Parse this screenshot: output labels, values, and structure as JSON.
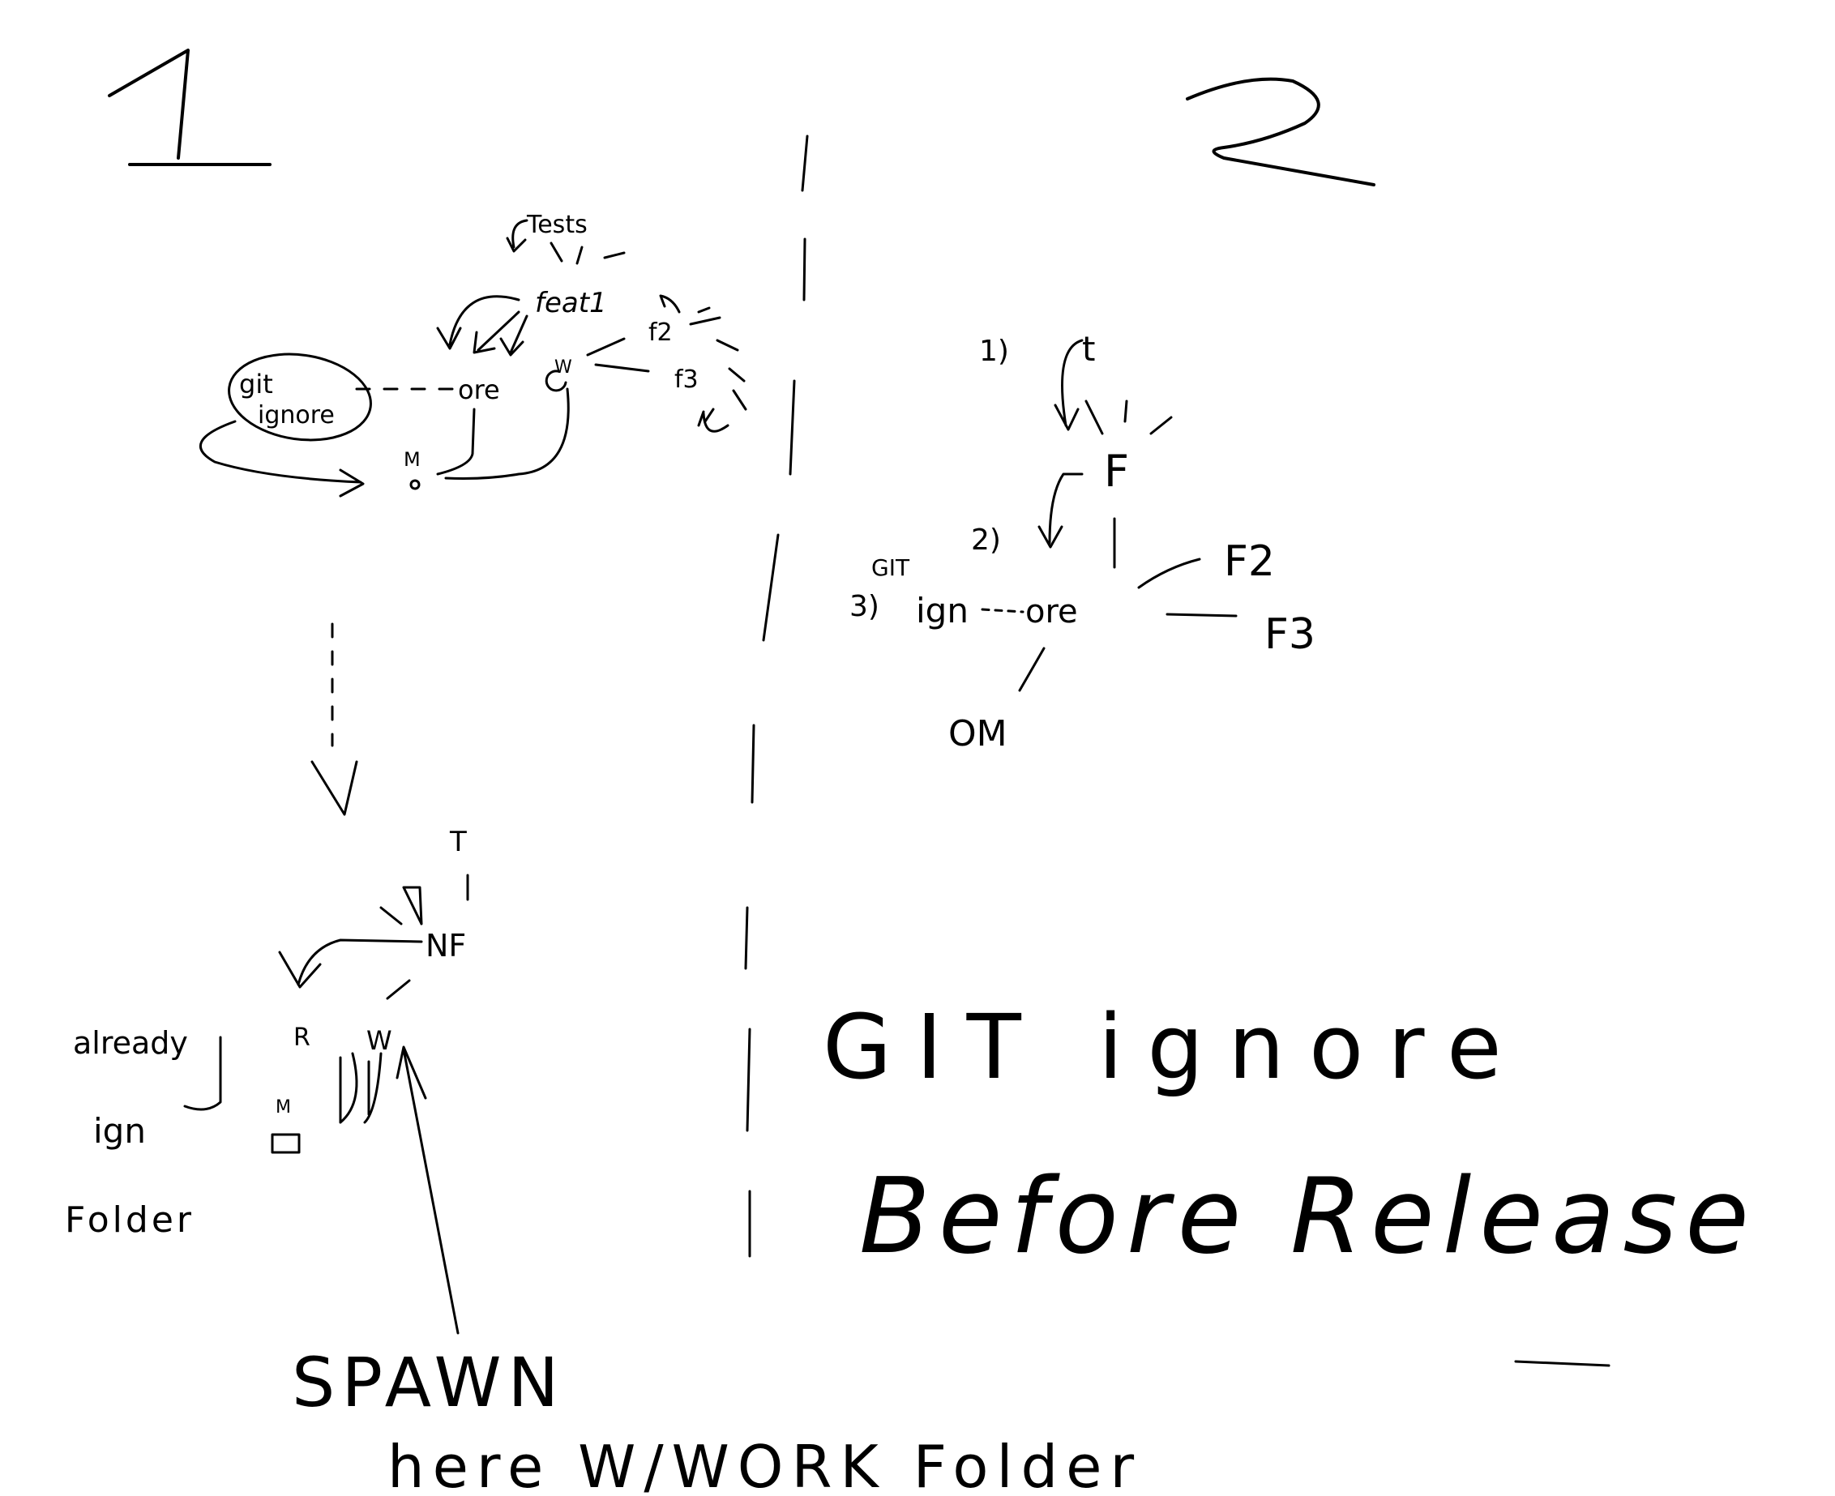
{
  "panel_left": {
    "number": "1",
    "top_diagram": {
      "tests": "Tests",
      "feat": "feat1",
      "f2": "f2",
      "f3": "f3",
      "git_ignore_line1": "git",
      "git_ignore_line2": "ignore",
      "ore": "ore",
      "m": "M",
      "w": "W"
    },
    "bottom_diagram": {
      "t": "T",
      "nf": "NF",
      "r": "R",
      "w": "W",
      "m": "M",
      "already": "already",
      "ign": "ign",
      "folder": "Folder",
      "spawn": "SPAWN",
      "here_work_folder": "here W/WORK Folder"
    }
  },
  "panel_right": {
    "number": "2",
    "diagram": {
      "step1": "1)",
      "t": "t",
      "f": "F",
      "step2": "2)",
      "git": "GIT",
      "step3": "3)",
      "ign": "ign",
      "ore": "ore",
      "f2": "F2",
      "f3": "F3",
      "om": "OM"
    },
    "note_line1": "GIT ignore",
    "note_line2": "Before Release"
  }
}
